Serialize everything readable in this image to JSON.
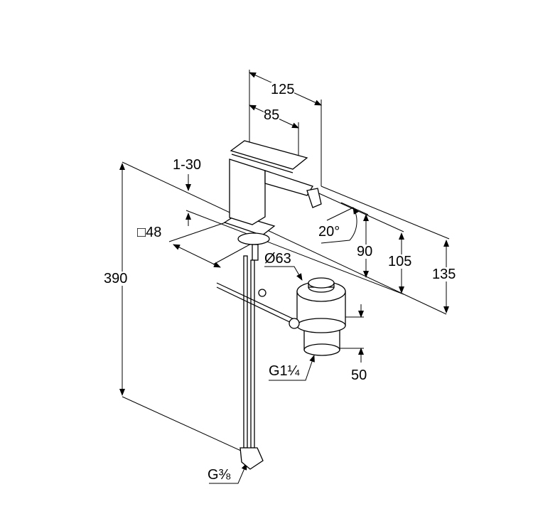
{
  "drawing": {
    "dimensions": {
      "total_width": "125",
      "handle_width": "85",
      "deck_thickness": "1-30",
      "base_square": "□48",
      "spout_angle": "20°",
      "height_90": "90",
      "height_105": "105",
      "height_135": "135",
      "waste_diameter": "Ø63",
      "total_height": "390",
      "waste_thread": "G1¼",
      "waste_length": "50",
      "supply_thread": "G⅜"
    }
  }
}
